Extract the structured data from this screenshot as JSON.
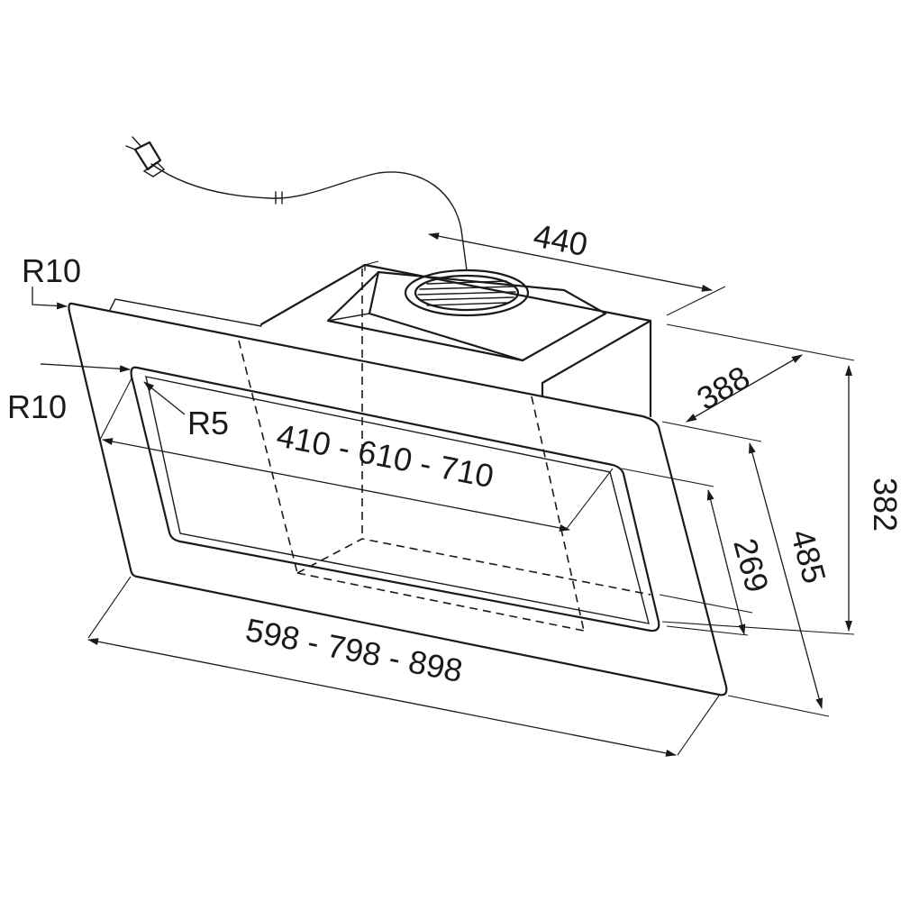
{
  "diagram": {
    "line_color": "#1a1a1a",
    "background": "#ffffff",
    "labels": {
      "radius_outer_top": "R10",
      "radius_inner": "R10",
      "radius_corner": "R5",
      "inner_width": "410 - 610 - 710",
      "overall_width": "598 - 798 - 898",
      "motor_width": "440",
      "depth": "388",
      "overall_height": "382",
      "glass_height": "485",
      "inner_height": "269"
    }
  }
}
